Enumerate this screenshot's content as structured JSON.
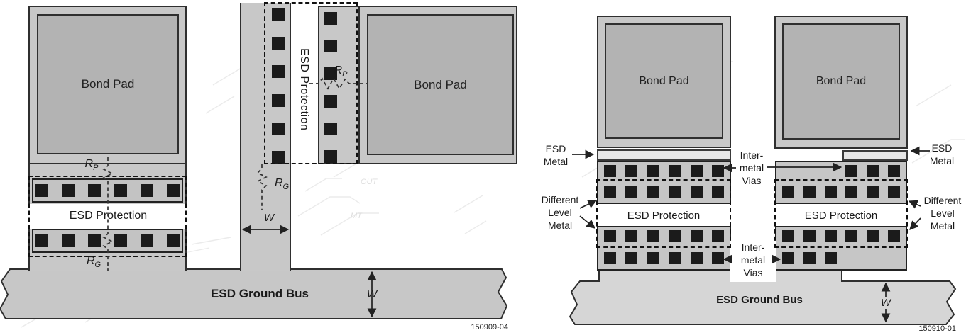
{
  "left_figure": {
    "left_pad_label": "Bond Pad",
    "right_pad_label": "Bond Pad",
    "protection_label_horizontal": "ESD Protection",
    "protection_label_vertical": "ESD Protection",
    "ground_bus_label": "ESD Ground Bus",
    "resistor_pad_symbol": "R",
    "resistor_pad_sub": "P",
    "resistor_gnd_symbol": "R",
    "resistor_gnd_sub": "G",
    "width_label": "W",
    "figure_number": "150909-04",
    "via_row_count": 6,
    "via_col_count": 6
  },
  "right_figure": {
    "left_pad_label": "Bond Pad",
    "right_pad_label": "Bond Pad",
    "esd_metal_left": {
      "line1": "ESD",
      "line2": "Metal"
    },
    "esd_metal_right": {
      "line1": "ESD",
      "line2": "Metal"
    },
    "intermetal_top": {
      "line1": "Inter-",
      "line2": "metal",
      "line3": "Vias"
    },
    "intermetal_bottom": {
      "line1": "Inter-",
      "line2": "metal",
      "line3": "Vias"
    },
    "different_level_left": {
      "line1": "Different",
      "line2": "Level",
      "line3": "Metal"
    },
    "different_level_right": {
      "line1": "Different",
      "line2": "Level",
      "line3": "Metal"
    },
    "protection_label_left": "ESD Protection",
    "protection_label_right": "ESD Protection",
    "ground_bus_label": "ESD Ground Bus",
    "width_label": "W",
    "figure_number": "150910-01",
    "via_row_full_count": 6,
    "via_row_partial_count": 3
  },
  "watermark": {
    "text1": "OUT",
    "text2": "MT"
  },
  "colors": {
    "pad_outer": "#c8c8c8",
    "pad_inner": "#b3b3b3",
    "block": "#c6c6c6",
    "via": "#1b1b1b",
    "bus_left": "#c7c7c7",
    "bus_right": "#d6d6d6",
    "esd_metal_band": "#e6e6e6",
    "outline": "#2f2f2f"
  }
}
